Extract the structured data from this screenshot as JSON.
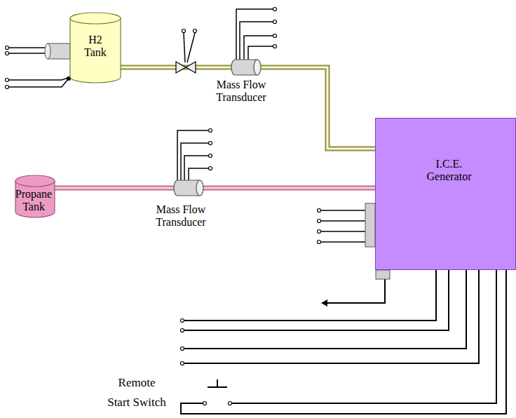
{
  "diagram": {
    "nodes": [
      {
        "text": [
          "H2 Tank"
        ]
      },
      {
        "text": [
          "Mass Flow Transducer"
        ]
      },
      {
        "text": [
          "Propane Tank"
        ]
      },
      {
        "text": [
          "Mass Flow Transducer"
        ]
      },
      {
        "text": [
          "I.C.E. Generator"
        ]
      }
    ],
    "edges": [
      {
        "from": 0,
        "to": 1,
        "arrow": "none"
      },
      {
        "from": 1,
        "to": 4,
        "arrow": "none"
      },
      {
        "from": 2,
        "to": 3,
        "arrow": "none"
      },
      {
        "from": 3,
        "to": 4,
        "arrow": "none"
      }
    ],
    "labels": [
      "Remote Start Switch"
    ]
  }
}
